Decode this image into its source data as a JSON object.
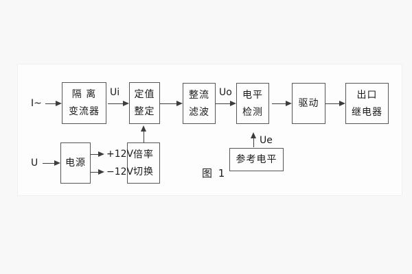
{
  "page": {
    "caption": "图 1"
  },
  "diagram": {
    "inputs": {
      "current_input": "I~",
      "voltage_input": "U"
    },
    "signals": {
      "ui": "Ui",
      "uo": "Uo",
      "ue": "Ue",
      "plus12v": "+12V",
      "minus12v": "−12V"
    },
    "blocks": {
      "isolation_transformer": {
        "line1": "隔 离",
        "line2": "变流器"
      },
      "setting_adjust": {
        "line1": "定值",
        "line2": "整定"
      },
      "rectify_filter": {
        "line1": "整流",
        "line2": "滤波"
      },
      "level_detect": {
        "line1": "电平",
        "line2": "检测"
      },
      "drive": {
        "line1": "驱动"
      },
      "output_relay": {
        "line1": "出口",
        "line2": "继电器"
      },
      "power_supply": {
        "line1": "电源"
      },
      "ratio_switch": {
        "line1": "倍率",
        "line2": "切换"
      },
      "reference_level": {
        "line1": "参考电平"
      }
    },
    "colors": {
      "line": "#3d3d3d",
      "box_border": "#555555",
      "text": "#1a1a1a",
      "panel_background": "#fdfdfd",
      "page_background": "#f8f8f8"
    }
  }
}
